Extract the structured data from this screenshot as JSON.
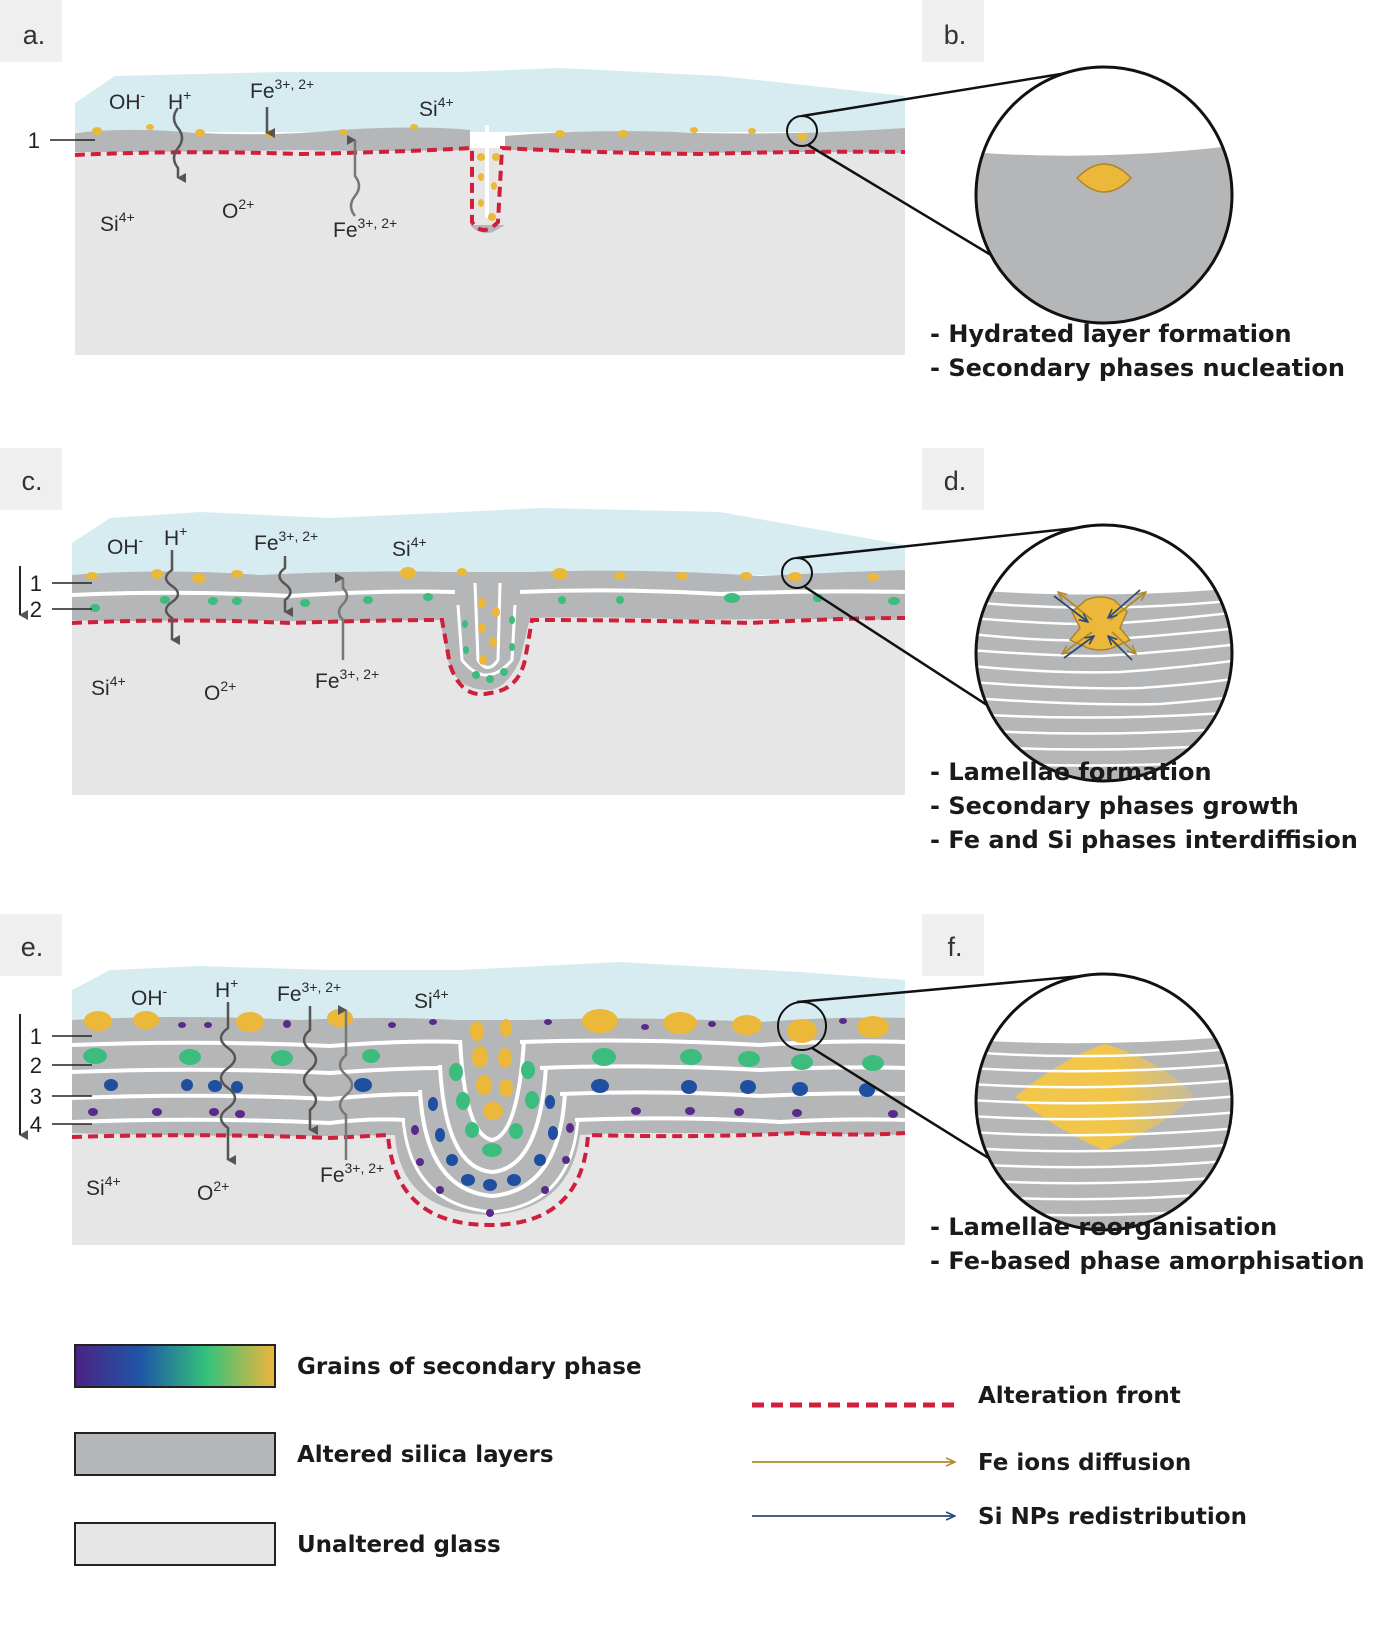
{
  "panels": {
    "a": {
      "tag": "a.",
      "ions": {
        "oh": "OH",
        "oh_sup": "-",
        "h": "H",
        "h_sup": "+",
        "fe_top": "Fe",
        "fe_top_sup": "3+, 2+",
        "si_top": "Si",
        "si_top_sup": "4+",
        "fe_bottom": "Fe",
        "fe_bottom_sup": "3+, 2+",
        "si_glass": "Si",
        "si_glass_sup": "4+",
        "o_glass": "O",
        "o_glass_sup": "2+"
      },
      "layer_labels": [
        "1"
      ]
    },
    "b": {
      "tag": "b.",
      "bullets": [
        "- Hydrated layer formation",
        "- Secondary phases nucleation"
      ]
    },
    "c": {
      "tag": "c.",
      "ions": {
        "oh": "OH",
        "oh_sup": "-",
        "h": "H",
        "h_sup": "+",
        "fe_top": "Fe",
        "fe_top_sup": "3+, 2+",
        "si_top": "Si",
        "si_top_sup": "4+",
        "fe_bottom": "Fe",
        "fe_bottom_sup": "3+, 2+",
        "si_glass": "Si",
        "si_glass_sup": "4+",
        "o_glass": "O",
        "o_glass_sup": "2+"
      },
      "layer_labels": [
        "1",
        "2"
      ]
    },
    "d": {
      "tag": "d.",
      "bullets": [
        "- Lamellae formation",
        "- Secondary phases growth",
        "- Fe and Si phases interdiffision"
      ]
    },
    "e": {
      "tag": "e.",
      "ions": {
        "oh": "OH",
        "oh_sup": "-",
        "h": "H",
        "h_sup": "+",
        "fe_top": "Fe",
        "fe_top_sup": "3+, 2+",
        "si_top": "Si",
        "si_top_sup": "4+",
        "fe_bottom": "Fe",
        "fe_bottom_sup": "3+, 2+",
        "si_glass": "Si",
        "si_glass_sup": "4+",
        "o_glass": "O",
        "o_glass_sup": "2+"
      },
      "layer_labels": [
        "1",
        "2",
        "3",
        "4"
      ]
    },
    "f": {
      "tag": "f.",
      "bullets": [
        "- Lamellae reorganisation",
        "- Fe-based phase amorphisation"
      ]
    }
  },
  "legend": {
    "grains": "Grains of secondary phase",
    "altered": "Altered silica layers",
    "unaltered": "Unaltered glass",
    "front": "Alteration front",
    "fe_diffusion": "Fe ions diffusion",
    "si_redistribution": "Si NPs redistribution"
  },
  "colors": {
    "water": "#d6ecf1",
    "altered_silica": "#b5b6b8",
    "unaltered_glass": "#e6e6e7",
    "alteration_front": "#cf1f3b",
    "grain_gold": "#ecb83a",
    "grain_green": "#3dbd7d",
    "grain_blue": "#1f4fa0",
    "grain_purple": "#5a2a8a",
    "fe_arrow": "#b08a2e",
    "si_arrow": "#2b4a7a"
  }
}
